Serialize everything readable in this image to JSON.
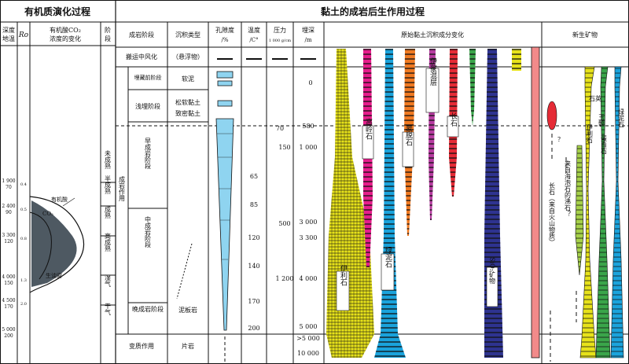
{
  "titles": {
    "left": "有机质演化过程",
    "right": "黏土的成岩后生作用过程"
  },
  "left_headers": {
    "depth_temp": [
      "深度",
      "地温"
    ],
    "ro": "Ro",
    "acid_co2": [
      "有机酸CO₂",
      "浓度的变化"
    ],
    "stage": [
      "阶",
      "段"
    ]
  },
  "right_headers": {
    "diagenetic_stage": "成岩阶段",
    "sediment_type": "沉积类型",
    "porosity": [
      "孔隙度",
      "/%"
    ],
    "temperature": [
      "温度",
      "/C°"
    ],
    "pressure": [
      "压力",
      "1 000 g/cm"
    ],
    "burial": [
      "埋深",
      "/m"
    ],
    "original": "原始黏土沉积成分变化",
    "new_minerals": "新生矿物"
  },
  "depth_ticks": [
    {
      "depth": "1 900",
      "temp": "70",
      "ro": "0.4"
    },
    {
      "depth": "2 400",
      "temp": "90",
      "ro": "0.5"
    },
    {
      "depth": "3 300",
      "temp": "120",
      "ro": "0.8"
    },
    {
      "depth": "4 000",
      "temp": "150",
      "ro": "1.3"
    },
    {
      "depth": "4 500",
      "temp": "170",
      "ro": "2.0"
    },
    {
      "depth": "5 000",
      "temp": "200",
      "ro": ""
    }
  ],
  "curve_labels": {
    "organic_acid": "有机酸",
    "co2": "CO₂",
    "oil_window": "生油窗"
  },
  "stages": [
    "未成熟",
    "半成熟",
    "成熟",
    "高成熟",
    "湿气",
    "干气"
  ],
  "rows": {
    "transport": "搬运中风化",
    "transport_sed": "（悬浮物）",
    "burial_pre": "埋藏前阶段",
    "burial_pre_sed": "软泥",
    "shallow": "浅埋阶段",
    "shallow_sed": [
      "松软黏土",
      "致密黏土"
    ],
    "diagenesis": "成岩作用",
    "early": "早成岩阶段",
    "middle": "中成岩阶段",
    "late": "晚成岩阶段",
    "late_sed": "泥板岩",
    "meta": "变质作用",
    "meta_sed": "片岩"
  },
  "temperature_values": [
    "65",
    "85",
    "120",
    "140",
    "170",
    "200"
  ],
  "pressure_values": [
    "70",
    "150",
    "500",
    "1 200"
  ],
  "burial_values": [
    "0",
    "580",
    "1 000",
    "3 000",
    "3 300",
    "4 000",
    "5 000",
    ">5 000",
    "10 000"
  ],
  "minerals": {
    "illite": "伊利石",
    "kaolinite": "高岭石",
    "chlorite": "绿泥石",
    "smectite": "蒙脱石",
    "illite_smectite": "伊蒙混层",
    "feldspar": "长石",
    "sio2": "SiO₂矿物"
  },
  "new_mineral_labels": {
    "quartz_chalcedony_opal": [
      "石英",
      "玉髓",
      "蛋白石"
    ],
    "chlorite": "绿泥石",
    "illite": "伊利石",
    "feldspar_volcanic": "长石（来自火山物质）",
    "zeolite_seafoam": "来自海泡石的沸石？",
    "question": "？"
  },
  "colors": {
    "illite": "#e7e21a",
    "kaolinite": "#e61e8c",
    "chlorite": "#1aa3dc",
    "smectite": "#f07a22",
    "illite_smectite": "#b63ca0",
    "feldspar": "#e52b36",
    "green": "#3aa54a",
    "sio2": "#2e3390",
    "pink": "#f28a8a",
    "lightgreen": "#a6d14a",
    "porosity": "#8fd4f0"
  }
}
